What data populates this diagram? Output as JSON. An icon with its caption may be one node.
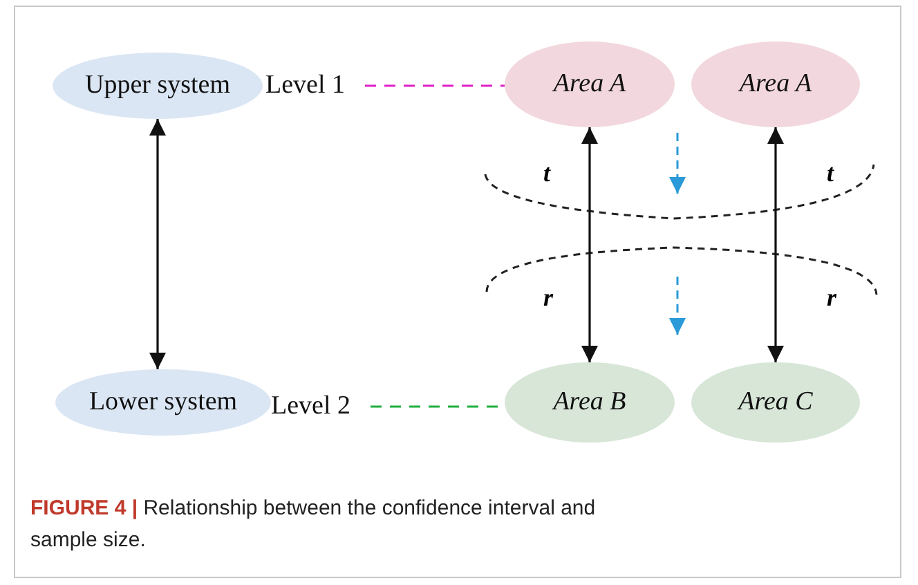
{
  "diagram": {
    "caption": "**FIGURE 4 |** Relationship between the confidence interval and sample size.",
    "nodes": [
      {
        "text": [
          "Upper system"
        ]
      },
      {
        "text": [
          "Level 1"
        ]
      },
      {
        "text": [
          "Area A"
        ]
      },
      {
        "text": [
          "Area A"
        ]
      },
      {
        "text": [
          "Lower system"
        ]
      },
      {
        "text": [
          "Level 2"
        ]
      },
      {
        "text": [
          "Area B"
        ]
      },
      {
        "text": [
          "Area C"
        ]
      }
    ],
    "edges": [
      {
        "from": 0,
        "to": 4,
        "arrow": "both"
      },
      {
        "from": 1,
        "to": 2,
        "arrow": "none",
        "style": "dashed",
        "color": "#e020c8"
      },
      {
        "from": 2,
        "to": 6,
        "arrow": "both"
      },
      {
        "from": 3,
        "to": 7,
        "arrow": "both"
      },
      {
        "from": 5,
        "to": 6,
        "arrow": "none",
        "style": "dashed",
        "color": "#20b040"
      }
    ],
    "labels": [
      "t",
      "t",
      "r",
      "r"
    ]
  }
}
